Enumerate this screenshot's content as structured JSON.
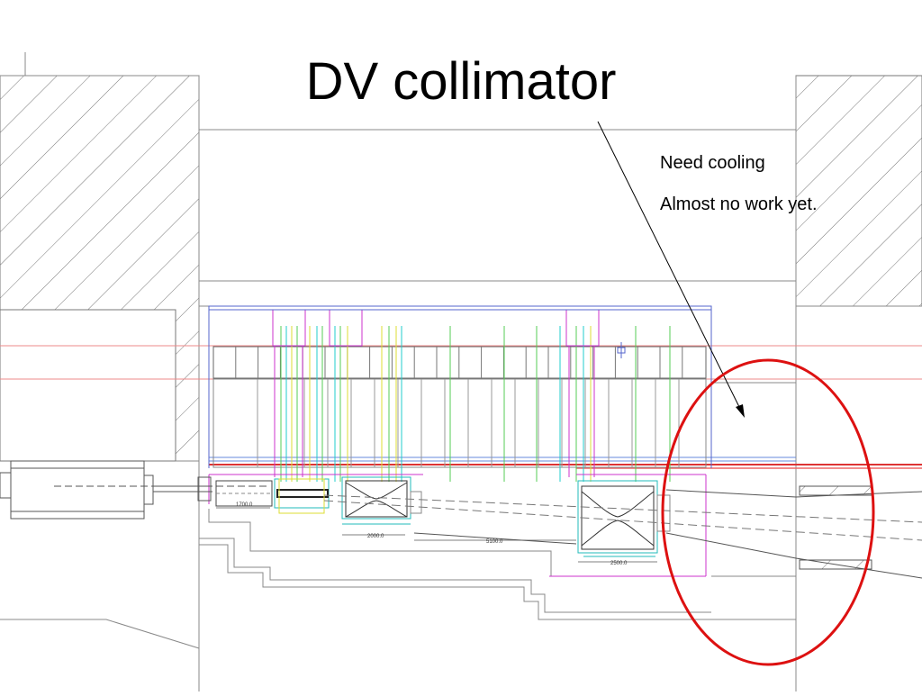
{
  "slide": {
    "title": "DV collimator",
    "notes": [
      "Need cooling",
      "Almost no work yet."
    ]
  },
  "drawing": {
    "dimension_labels": [
      "1700.0",
      "2000.0",
      "5100.0",
      "2500.0"
    ],
    "highlight_color": "#dd1111",
    "line_colors": {
      "structure": "#888888",
      "beam": "#ee6666",
      "magenta": "#cc33cc",
      "cyan": "#22cccc",
      "green": "#55cc55",
      "yellow": "#dddd33",
      "blue": "#4466dd"
    }
  }
}
